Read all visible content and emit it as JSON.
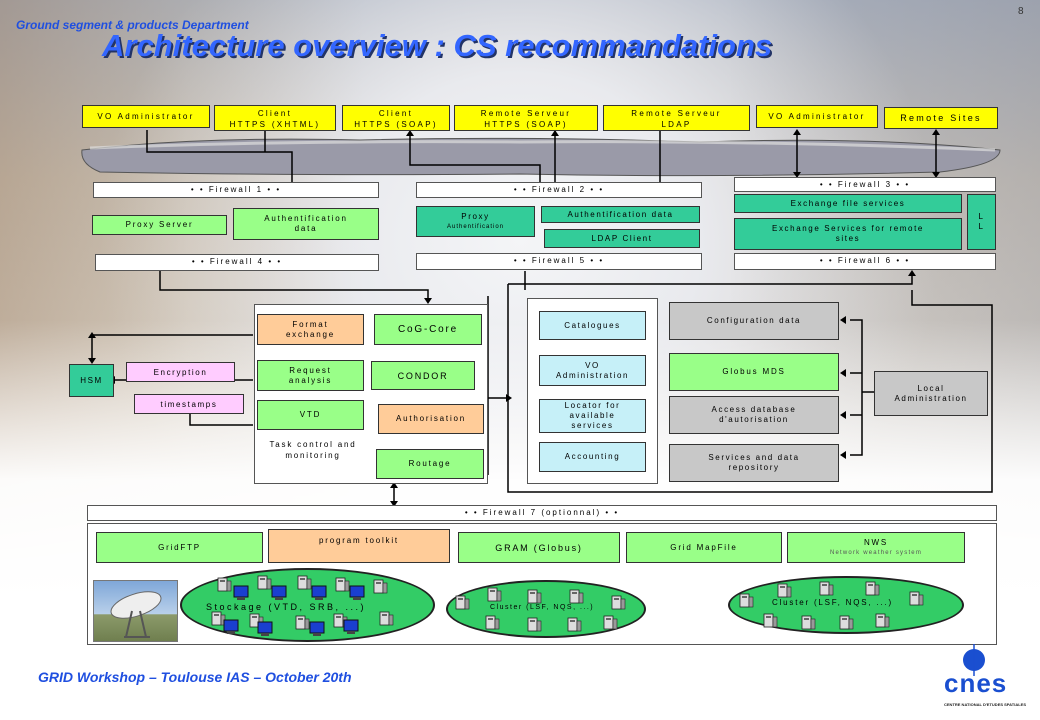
{
  "header": {
    "department": "Ground segment & products Department",
    "title": "Architecture overview : CS recommandations",
    "page_number": "8"
  },
  "footer": {
    "event": "GRID Workshop – Toulouse  IAS – October  20th",
    "logo_text": "cnes",
    "logo_subtitle": "CENTRE NATIONAL D'ETUDES SPATIALES"
  },
  "top_actors": [
    {
      "line1": "VO Administrator",
      "line2": ""
    },
    {
      "line1": "Client",
      "line2": "HTTPS (XHTML)"
    },
    {
      "line1": "Client",
      "line2": "HTTPS (SOAP)"
    },
    {
      "line1": "Remote Serveur",
      "line2": "HTTPS (SOAP)"
    },
    {
      "line1": "Remote Serveur",
      "line2": "LDAP"
    },
    {
      "line1": "VO Administrator",
      "line2": ""
    },
    {
      "line1": "Remote Sites",
      "line2": ""
    }
  ],
  "firewalls": {
    "fw1": "• • Firewall 1 • •",
    "fw2": "• • Firewall 2 • •",
    "fw3": "• • Firewall 3 • •",
    "fw4": "• • Firewall 4 • •",
    "fw5": "• • Firewall 5 • •",
    "fw6": "• • Firewall 6 • •",
    "fw7": "• • Firewall 7 (optionnal) • •"
  },
  "dmz": {
    "proxy_server": "Proxy Server",
    "auth_data_1": "Authentification data",
    "proxy_auth_l1": "Proxy",
    "proxy_auth_l2": "Authentification",
    "auth_data_2": "Authentification data",
    "ldap_client": "LDAP Client",
    "exchange_file": "Exchange file services",
    "exchange_services": "Exchange Services for remote sites",
    "ll": "L L"
  },
  "core": {
    "format_exchange": "Format exchange",
    "cog_core": "CoG-Core",
    "request_analysis": "Request analysis",
    "condor": "CONDOR",
    "vtd": "VTD",
    "authorisation": "Authorisation",
    "task_control": "Task control and monitoring",
    "routage": "Routage"
  },
  "security": {
    "hsm": "HSM",
    "encryption": "Encryption",
    "timestamps": "timestamps"
  },
  "services": {
    "catalogues": "Catalogues",
    "vo_admin": "VO Administration",
    "locator": "Locator for available services",
    "accounting": "Accounting"
  },
  "data_stores": {
    "configuration": "Configuration data",
    "globus_mds": "Globus MDS",
    "access_db": "Access database d'autorisation",
    "services_repo": "Services and data repository",
    "local_admin": "Local Administration"
  },
  "grid": {
    "gridftp": "GridFTP",
    "program_toolkit": "program toolkit",
    "gram": "GRAM (Globus)",
    "grid_mapfile": "Grid MapFile",
    "nws": "NWS",
    "nws_sub": "Network weather system",
    "stockage": "Stockage (VTD, SRB, ...)",
    "cluster1": "Cluster (LSF, NQS, ...)",
    "cluster2": "Cluster (LSF, NQS, ...)"
  },
  "colors": {
    "title_blue": "#3366ff",
    "header_yellow": "#ffff00",
    "light_green": "#99ff88",
    "teal": "#33cc99",
    "orange": "#ffcc99",
    "grey": "#c8c8c8",
    "cyan": "#c6f0f8",
    "pink": "#ffccff",
    "cluster_green": "#33cc66"
  }
}
